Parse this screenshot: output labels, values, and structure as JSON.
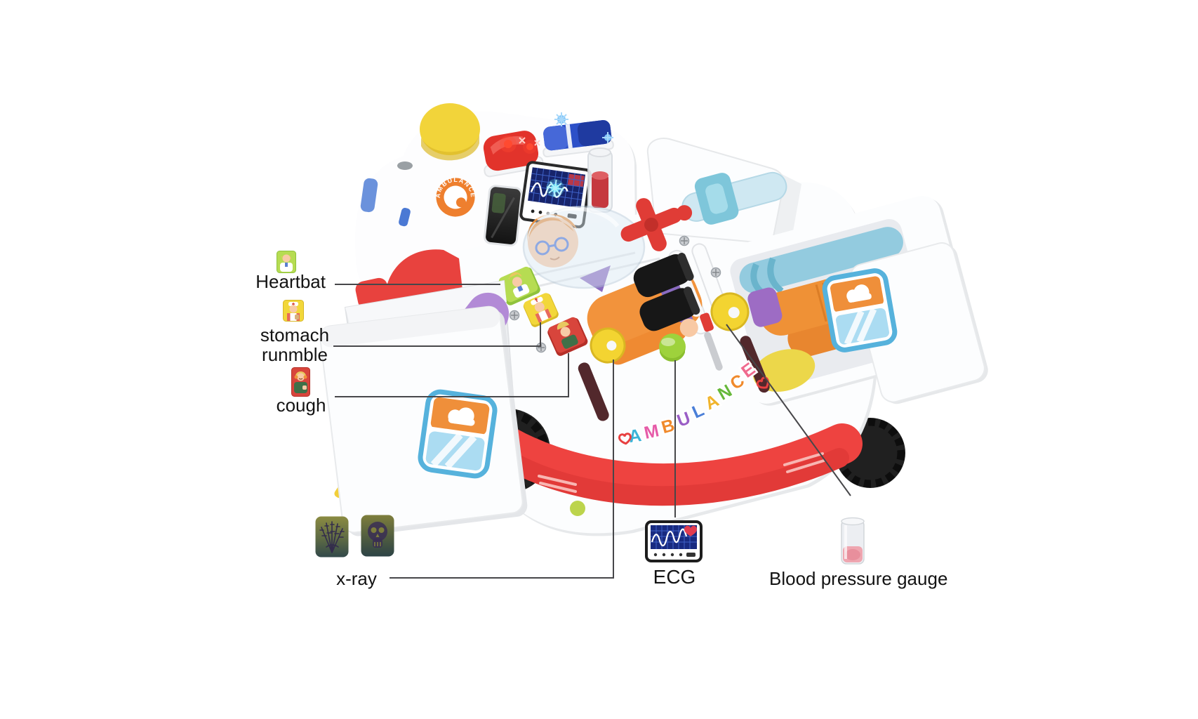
{
  "annotations": {
    "heartbeat": {
      "label": "Heartbat",
      "icon": "doctor-card-icon"
    },
    "stomach_rumble": {
      "label_line1": "stomach",
      "label_line2": "runmble",
      "icon": "nurse-card-icon"
    },
    "cough": {
      "label": "cough",
      "icon": "cough-patient-card-icon"
    },
    "xray": {
      "label": "x-ray",
      "icons": [
        "xray-hand-card-icon",
        "xray-skull-card-icon"
      ]
    },
    "ecg": {
      "label": "ECG",
      "icon": "ecg-monitor-icon"
    },
    "blood_pressure": {
      "label": "Blood pressure gauge",
      "icon": "blood-pressure-tube-icon"
    }
  },
  "toy": {
    "side_text": "AMBULANCE",
    "logo_text": "AMBULANCE",
    "side_letters": [
      {
        "ch": "A",
        "color": "#3cb4d8"
      },
      {
        "ch": "M",
        "color": "#e65ba8"
      },
      {
        "ch": "B",
        "color": "#f08a2c"
      },
      {
        "ch": "U",
        "color": "#9a5ec6"
      },
      {
        "ch": "L",
        "color": "#4a7fd8"
      },
      {
        "ch": "A",
        "color": "#f0b42c"
      },
      {
        "ch": "N",
        "color": "#66b83a"
      },
      {
        "ch": "C",
        "color": "#f08a2c"
      },
      {
        "ch": "E",
        "color": "#ef6a8e"
      }
    ],
    "colors": {
      "bumper_red": "#ee4340",
      "siren_red": "#e2332b",
      "siren_blue": "#2c50c8",
      "horn_yellow": "#f2d43a",
      "knob_yellow": "#f3d431",
      "heartbeat_button_green": "#b6dc52",
      "stomach_button_yellow": "#f2d73a",
      "cough_button_red": "#d8453c",
      "ecg_button_green": "#9ed23c",
      "tool_orange": "#ef9138",
      "tool_purple": "#b28ad6",
      "tool_cyan": "#bae2ec",
      "shield_blue": "#56b2dc",
      "leader_line": "#47474a"
    }
  }
}
